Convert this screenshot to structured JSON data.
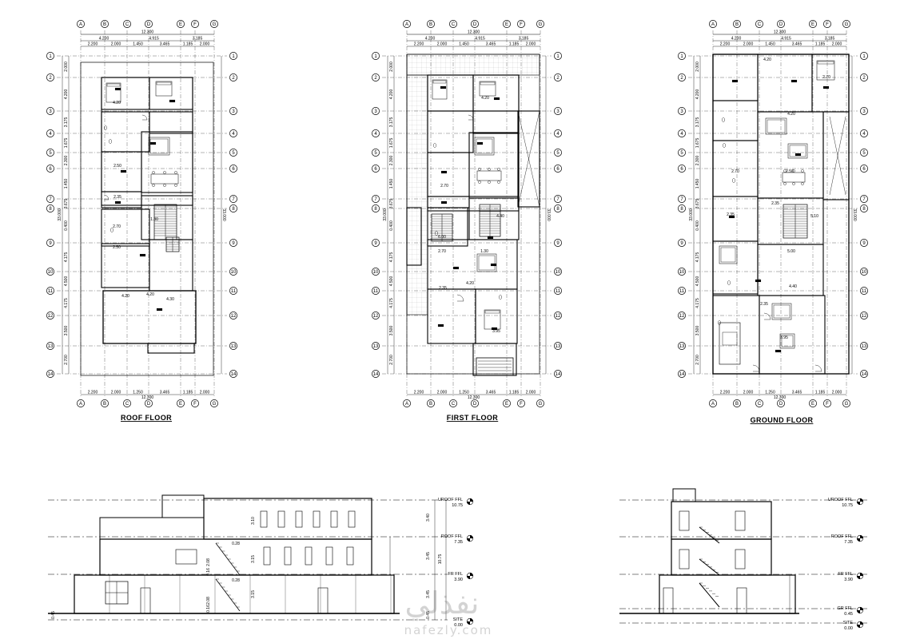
{
  "titles": {
    "roof": "ROOF FLOOR",
    "first": "FIRST FLOOR",
    "ground": "GROUND FLOOR"
  },
  "grid": {
    "columns": [
      "A",
      "B",
      "C",
      "D",
      "E",
      "F",
      "G"
    ],
    "rows": [
      "1",
      "2",
      "3",
      "4",
      "5",
      "6",
      "7",
      "8",
      "9",
      "10",
      "11",
      "12",
      "13",
      "14"
    ]
  },
  "dimensions": {
    "overall_top": "12.300",
    "overall_bottom": "12.300",
    "overall_side": "33.000",
    "top_main": [
      "4.200",
      "4.915",
      "3.185"
    ],
    "top_sub": [
      "2.200",
      "2.000",
      "1.450",
      "3.465",
      "1.185",
      "2.000"
    ],
    "bottom_sub": [
      "2.200",
      "2.000",
      "1.250",
      "3.465",
      "1.185",
      "2.000"
    ],
    "side_left": [
      "2.000",
      "4.200",
      "3.175",
      "1.675",
      "2.300",
      "1.450",
      "3.675",
      "0.400",
      "4.175",
      "4.500",
      "4.175",
      "3.500",
      "2.700"
    ],
    "rooms": [
      "4.20",
      "4.30",
      "1.30",
      "2.70",
      "3.95",
      "2.50",
      "2.35",
      "2.70",
      "4.40",
      "5.00",
      "5.10",
      "6.00"
    ]
  },
  "levels": [
    {
      "name": "UROOF FFL",
      "value": "10.75"
    },
    {
      "name": "ROOF FFL",
      "value": "7.35"
    },
    {
      "name": "FR FFL",
      "value": "3.90"
    },
    {
      "name": "GR FFL",
      "value": "0.45"
    },
    {
      "name": "SITE",
      "value": "0.00"
    }
  ],
  "section_dims": [
    "3.40",
    "3.45",
    "10.75",
    "3.45",
    "0.45",
    "3.10",
    "3.15",
    "3.15",
    "2.08",
    "2.08",
    "0.16",
    "0.16",
    "0.28",
    "0.28"
  ],
  "watermark": {
    "arabic": "نفذلي",
    "latin": "nafezly.com"
  }
}
